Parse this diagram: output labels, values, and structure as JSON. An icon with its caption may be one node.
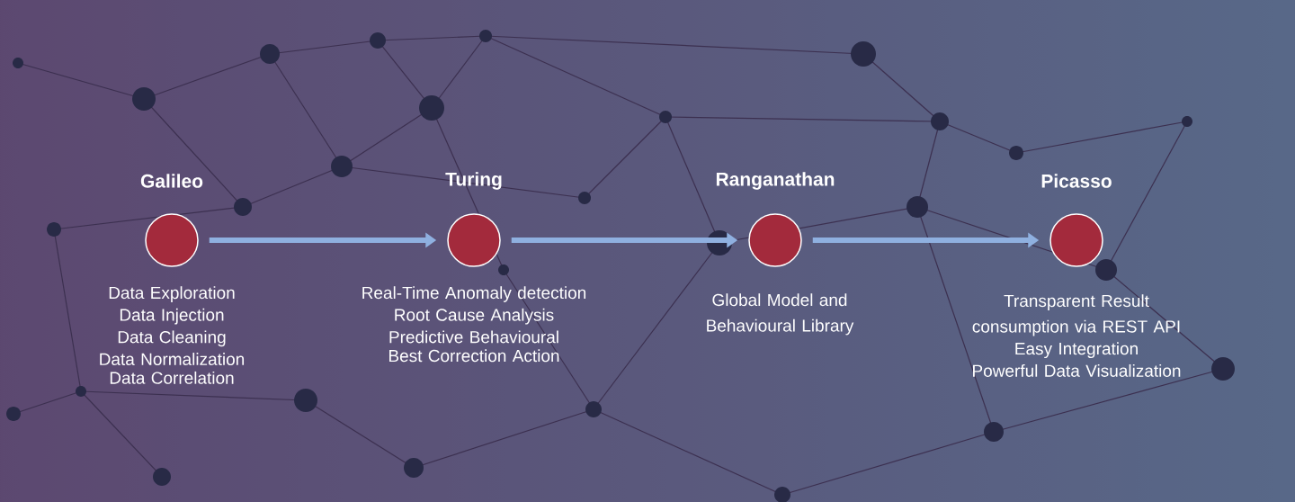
{
  "diagram": {
    "nodes": [
      {
        "text": [
          "Galileo"
        ],
        "beside": [
          "Data Exploration",
          "Data Injection",
          "Data Cleaning",
          "Data Normalization",
          "Data Correlation"
        ]
      },
      {
        "text": [
          "Turing"
        ],
        "beside": [
          "Real-Time Anomaly detection",
          "Root Cause Analysis",
          "Predictive Behavioural",
          "Best Correction Action"
        ]
      },
      {
        "text": [
          "Ranganathan"
        ],
        "beside": [
          "Global Model and Behavioural Library"
        ]
      },
      {
        "text": [
          "Picasso"
        ],
        "beside": [
          "Transparent Result consumption via REST API",
          "Easy Integration",
          "Powerful Data Visualization"
        ]
      }
    ],
    "edges": [
      {
        "from": 0,
        "to": 1,
        "arrow": "to"
      },
      {
        "from": 1,
        "to": 2,
        "arrow": "to"
      },
      {
        "from": 2,
        "to": 3,
        "arrow": "to"
      }
    ]
  }
}
